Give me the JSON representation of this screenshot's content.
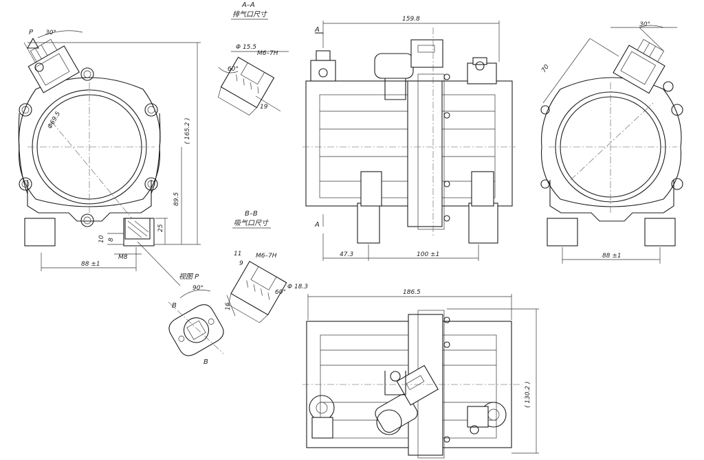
{
  "colors": {
    "line": "#1a1a1a",
    "background": "#ffffff"
  },
  "sections": {
    "aa_title": "A–A",
    "aa_caption": "排气口尺寸",
    "bb_title": "B–B",
    "bb_caption": "吸气口尺寸",
    "view_p": "视图 P"
  },
  "markers": {
    "p": "P",
    "a": "A",
    "b": "B"
  },
  "dimensions": {
    "d159_8": "159.8",
    "d186_5": "186.5",
    "d130_2": "( 130.2 )",
    "d165_2": "( 165.2 )",
    "d89_5": "89.5",
    "d88_left": "88 ±1",
    "d88_right": "88 ±1",
    "d47_3": "47.3",
    "d100": "100 ±1",
    "d25": "25",
    "d10": "10",
    "d8": "8",
    "dM8": "M8",
    "dphi69": "Φ69.5",
    "d70": "70",
    "a30_left": "30°",
    "a30_right": "30°",
    "a90": "90°",
    "a60_a": "60°",
    "a60_b": "60°",
    "phi15_5": "Φ 15.5",
    "phi18_3": "Φ 18.3",
    "m6_a": "M6–7H",
    "m6_b": "M6–7H",
    "d19": "19",
    "d11": "11",
    "d9": "9",
    "d16": "16"
  }
}
